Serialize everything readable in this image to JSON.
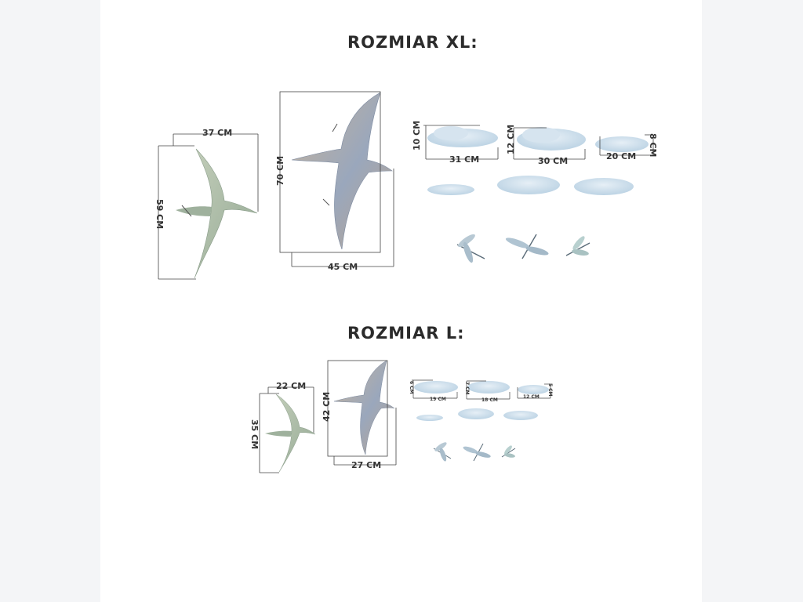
{
  "headings": {
    "xl": "ROZMIAR XL:",
    "l": "ROZMIAR L:"
  },
  "xl": {
    "ptero_green": {
      "width": "37 CM",
      "height": "59 CM"
    },
    "ptero_blue": {
      "width": "45 CM",
      "height": "70 CM"
    },
    "cloud1": {
      "width": "31 CM",
      "height": "10 CM"
    },
    "cloud2": {
      "width": "30 CM",
      "height": "12 CM"
    },
    "cloud3": {
      "width": "20 CM",
      "height": "8 CM"
    }
  },
  "l": {
    "ptero_green": {
      "width": "22 CM",
      "height": "35 CM"
    },
    "ptero_blue": {
      "width": "27 CM",
      "height": "42 CM"
    },
    "cloud1": {
      "width": "19 CM",
      "height": "6 CM"
    },
    "cloud2": {
      "width": "18 CM",
      "height": "7 CM"
    },
    "cloud3": {
      "width": "12 CM",
      "height": "5 CM"
    }
  },
  "colors": {
    "green_body": "#a9bba2",
    "blue_body": "#8fa0b6",
    "tan_body": "#b9a58f",
    "cloud": "#c9dcea",
    "dragonfly": "#7e97a8",
    "line": "#444444"
  }
}
